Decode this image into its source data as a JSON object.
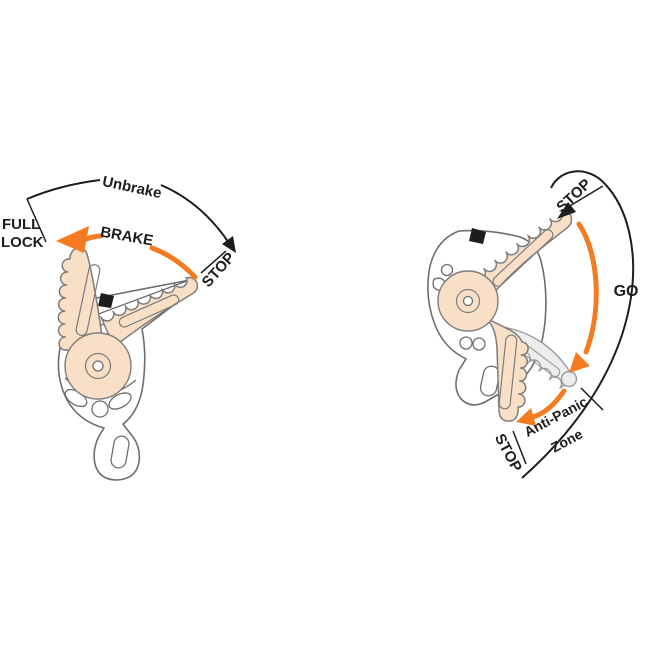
{
  "colors": {
    "orange": "#F47B20",
    "ink": "#1D1D1B",
    "device_outline": "#6E6E6E",
    "handle_fill": "#F8DFC6",
    "handle_outline": "#7D7D7D",
    "ghost_fill": "#EDEDED",
    "ghost_outline": "#9A9A9A"
  },
  "left_diagram": {
    "unbrake_label": "Unbrake",
    "full_lock_label_line1": "FULL",
    "full_lock_label_line2": "LOCK",
    "brake_label": "BRAKE",
    "stop_label": "STOP"
  },
  "right_diagram": {
    "stop_top_label": "STOP",
    "go_label": "GO",
    "anti_panic_label_line1": "Anti-Panic",
    "anti_panic_label_line2": "Zone",
    "stop_bottom_label": "STOP"
  }
}
